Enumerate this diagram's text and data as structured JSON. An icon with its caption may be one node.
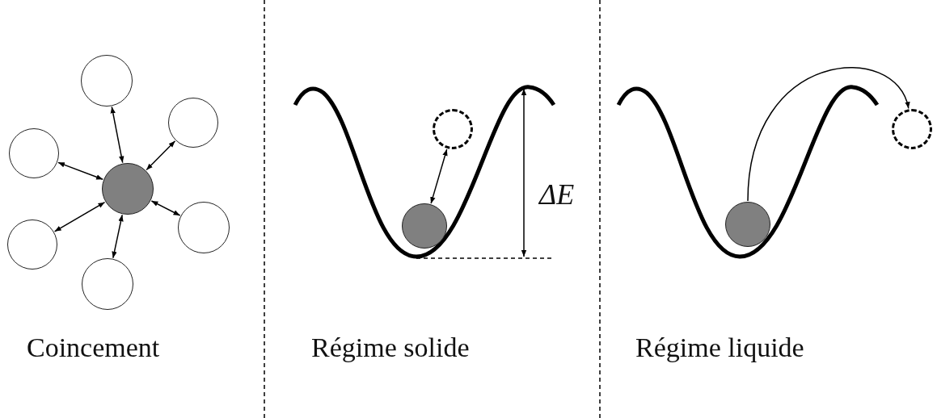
{
  "diagram": {
    "nodes": [
      {
        "text": [],
        "shape": "circle"
      },
      {
        "text": [],
        "shape": "circle"
      },
      {
        "text": [],
        "shape": "circle"
      },
      {
        "text": [],
        "shape": "circle"
      },
      {
        "text": [],
        "shape": "circle"
      },
      {
        "text": [],
        "shape": "circle"
      },
      {
        "text": [],
        "shape": "circle"
      },
      {
        "text": [],
        "shape": "circle"
      },
      {
        "text": [],
        "shape": "circle"
      },
      {
        "text": [],
        "shape": "circle"
      },
      {
        "text": [],
        "shape": "circle"
      }
    ],
    "edges": [
      {
        "from": 3,
        "to": 0,
        "arrow": "both"
      },
      {
        "from": 3,
        "to": 1,
        "arrow": "both"
      },
      {
        "from": 3,
        "to": 2,
        "arrow": "both"
      },
      {
        "from": 3,
        "to": 4,
        "arrow": "both"
      },
      {
        "from": 3,
        "to": 5,
        "arrow": "both"
      },
      {
        "from": 3,
        "to": 6,
        "arrow": "both"
      },
      {
        "from": 8,
        "to": 7,
        "arrow": "both"
      },
      {
        "from": 9,
        "to": 10,
        "arrow": "to"
      }
    ],
    "labels": [
      "ΔE",
      "Coincement",
      "Régime solide",
      "Régime liquide"
    ]
  }
}
